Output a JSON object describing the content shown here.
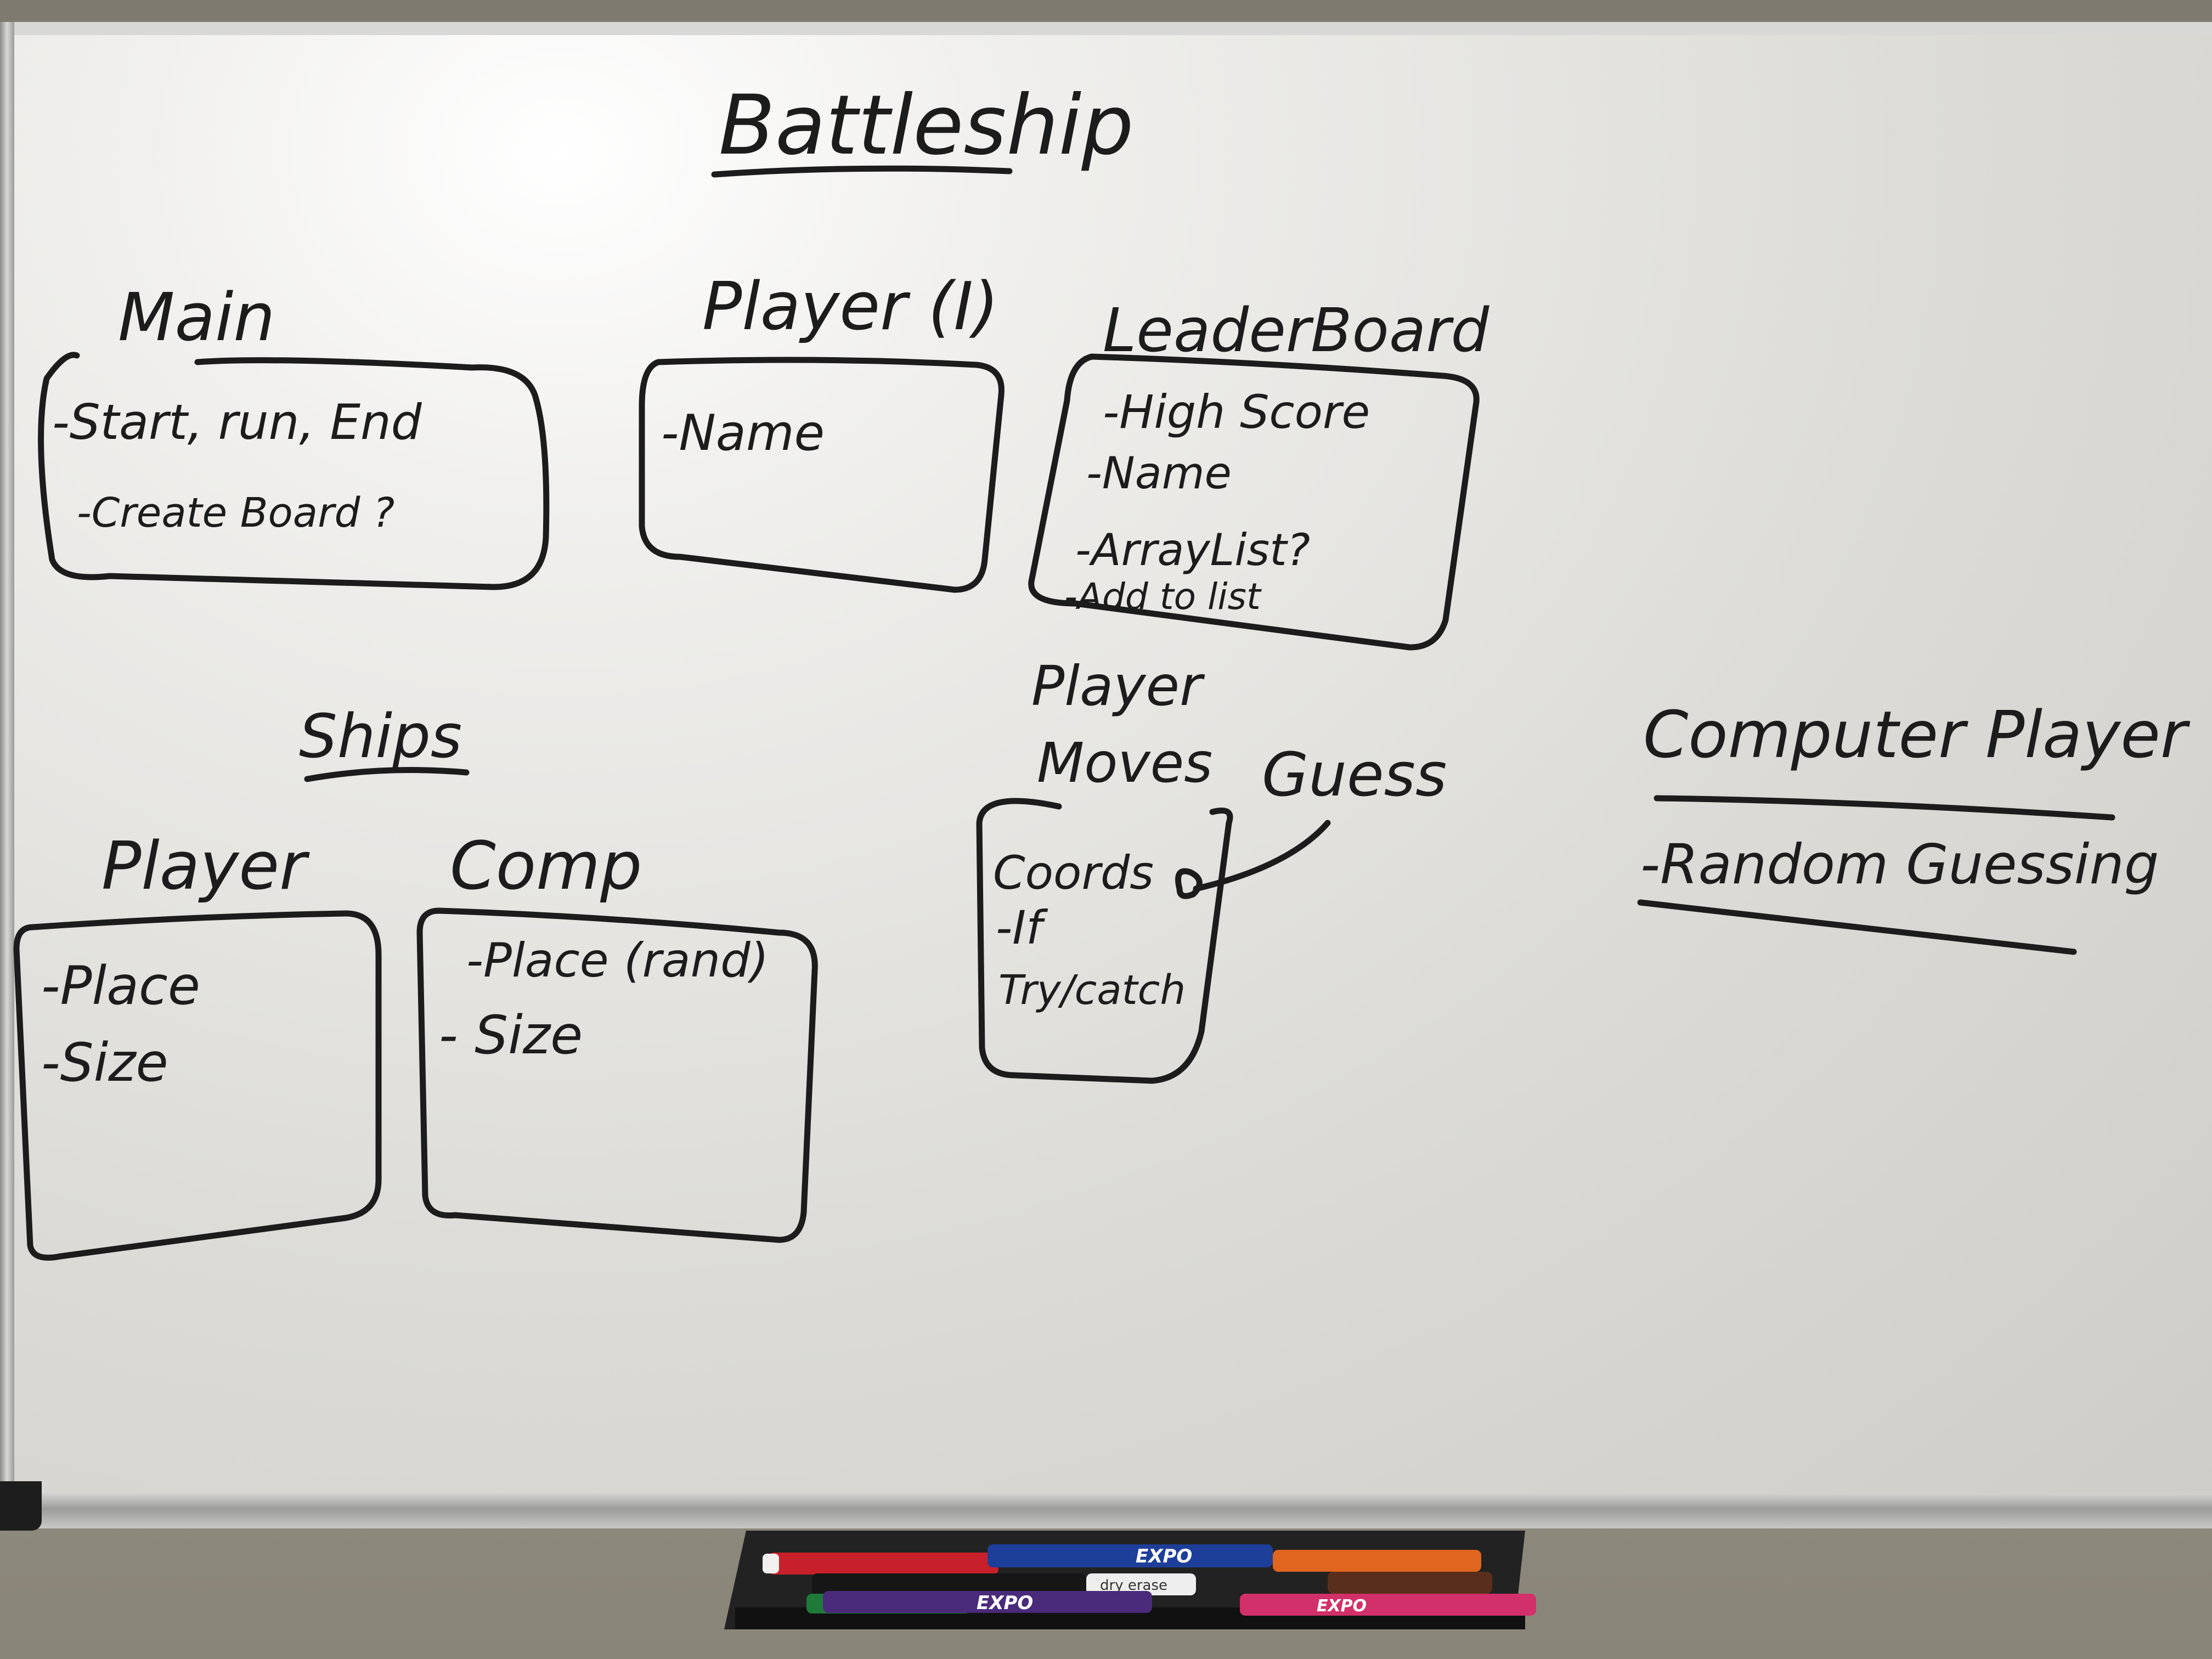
{
  "board": {
    "title": "Battleship",
    "main": {
      "heading": "Main",
      "items": [
        "-Start, run, End",
        "-Create Board ?"
      ]
    },
    "player_interface": {
      "heading": "Player (I)",
      "items": [
        "-Name"
      ]
    },
    "leaderboard": {
      "heading": "LeaderBoard",
      "items": [
        "-High Score",
        "-Name",
        "-ArrayList?",
        "-Add to list"
      ]
    },
    "ships": {
      "heading": "Ships"
    },
    "ships_player": {
      "heading": "Player",
      "items": [
        "-Place",
        "-Size"
      ]
    },
    "ships_comp": {
      "heading": "Comp",
      "items": [
        "-Place (rand)",
        "- Size"
      ]
    },
    "player_moves": {
      "heading_line1": "Player",
      "heading_line2": "Moves",
      "items": [
        "Coords",
        "-If",
        "Try/catch"
      ],
      "annotation": "Guess"
    },
    "computer_player": {
      "heading": "Computer Player",
      "items": [
        "-Random Guessing"
      ]
    }
  },
  "tray": {
    "brand": "EXPO",
    "sub_label": "dry erase"
  },
  "colors": {
    "ink": "#1c1c1c",
    "marker_red": "#c8202a",
    "marker_blue": "#1d3f9a",
    "marker_orange": "#e0651f",
    "marker_black": "#161616",
    "marker_brown": "#5a2e1c",
    "marker_green": "#1f7a3a",
    "marker_purple": "#4a2a7a",
    "marker_pink": "#d2306a",
    "tray": "#222222"
  }
}
